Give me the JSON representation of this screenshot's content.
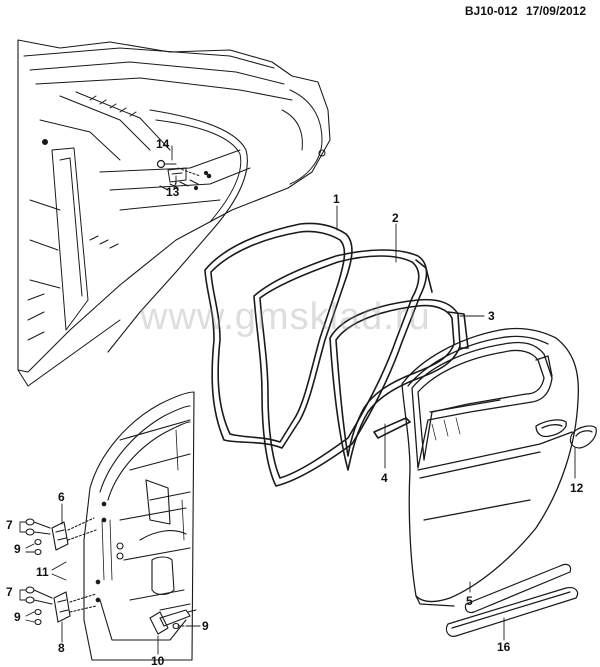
{
  "header": {
    "code": "BJ10-012",
    "date": "17/09/2012"
  },
  "watermark": "www.gmsklad.ru",
  "callouts": [
    {
      "id": "c1",
      "text": "1"
    },
    {
      "id": "c2",
      "text": "2"
    },
    {
      "id": "c3",
      "text": "3"
    },
    {
      "id": "c4",
      "text": "4"
    },
    {
      "id": "c5",
      "text": "5"
    },
    {
      "id": "c6",
      "text": "6"
    },
    {
      "id": "c7a",
      "text": "7"
    },
    {
      "id": "c7b",
      "text": "7"
    },
    {
      "id": "c8",
      "text": "8"
    },
    {
      "id": "c9a",
      "text": "9"
    },
    {
      "id": "c9b",
      "text": "9"
    },
    {
      "id": "c9c",
      "text": "9"
    },
    {
      "id": "c10",
      "text": "10"
    },
    {
      "id": "c11",
      "text": "11"
    },
    {
      "id": "c12",
      "text": "12"
    },
    {
      "id": "c13",
      "text": "13"
    },
    {
      "id": "c14",
      "text": "14"
    },
    {
      "id": "c16",
      "text": "16"
    }
  ],
  "colors": {
    "line": "#1a1a1a",
    "watermark": "#969696"
  }
}
